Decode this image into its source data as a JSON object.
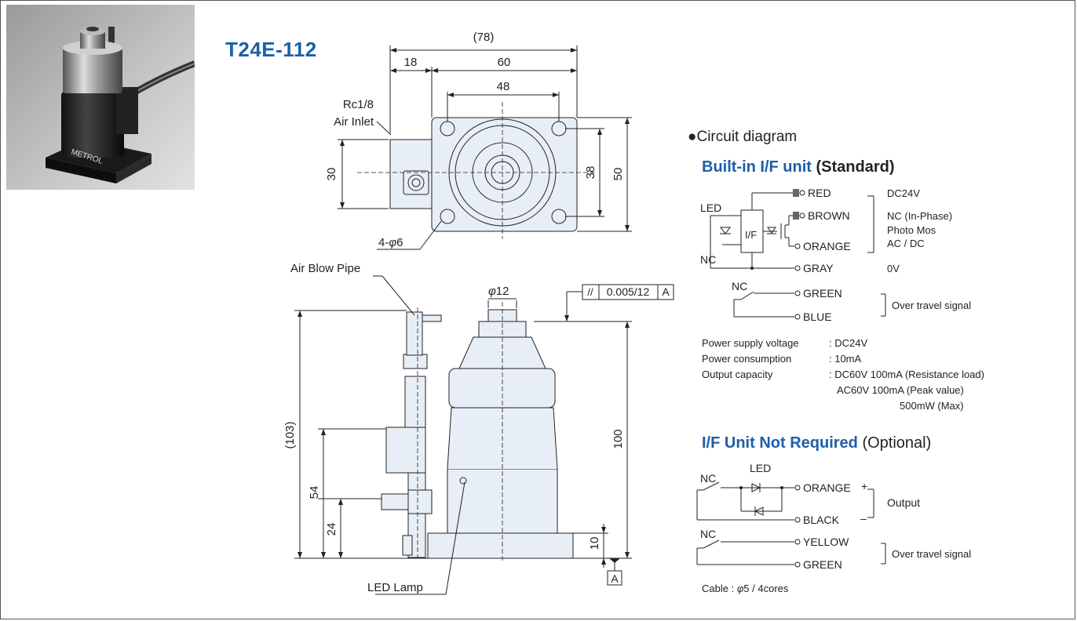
{
  "title": "T24E-112",
  "photo": {
    "brand_text": "METROL"
  },
  "top_view": {
    "dims": {
      "overall": "(78)",
      "left": "18",
      "body": "60",
      "bolt_pitch": "48",
      "height": "30",
      "bolt_pitch_v": "38",
      "body_v": "50"
    },
    "labels": {
      "port": "Rc1/8",
      "port2": "Air Inlet",
      "holes": "4-",
      "holes_phi": "φ",
      "holes_val": "6"
    }
  },
  "side_view": {
    "labels": {
      "pipe": "Air Blow Pipe",
      "lamp": "LED Lamp",
      "datum": "A"
    },
    "dims": {
      "stem_phi": "φ",
      "stem_val": "12",
      "overall_h": "(103)",
      "total_h": "100",
      "h54": "54",
      "h24": "24",
      "h10": "10"
    },
    "tolerance": {
      "symbol": "//",
      "value": "0.005/12",
      "datum": "A"
    }
  },
  "circuit": {
    "heading": "●Circuit diagram",
    "builtin": {
      "title": "Built-in I/F unit",
      "title_b": " (Standard)"
    },
    "builtin_labels": {
      "led": "LED",
      "nc": "NC",
      "iff": "I/F",
      "nc2": "NC"
    },
    "wires": [
      {
        "name": "RED",
        "note": "DC24V"
      },
      {
        "name": "BROWN",
        "note": "NC (In-Phase)"
      },
      {
        "name": "ORANGE",
        "note": ""
      },
      {
        "name": "GRAY",
        "note": "0V"
      }
    ],
    "photomos": [
      "Photo Mos",
      "AC / DC"
    ],
    "overtravel1": {
      "a": "GREEN",
      "b": "BLUE",
      "note": "Over travel signal"
    },
    "specs": [
      {
        "label": "Power supply voltage",
        "value": ": DC24V"
      },
      {
        "label": "Power consumption",
        "value": ": 10mA"
      },
      {
        "label": "Output capacity",
        "value": ": DC60V 100mA (Resistance load)"
      }
    ],
    "specs_extra": [
      "AC60V 100mA (Peak value)",
      "500mW (Max)"
    ],
    "optional": {
      "title": "I/F Unit Not Required",
      "title_b": " (Optional)"
    },
    "opt": {
      "nc": "NC",
      "led": "LED",
      "orange": "ORANGE",
      "plus": "+",
      "black": "BLACK",
      "minus": "–",
      "output": "Output",
      "nc2": "NC",
      "yellow": "YELLOW",
      "green": "GREEN",
      "ot": "Over travel signal"
    },
    "cable": {
      "label": "Cable : ",
      "phi": "φ",
      "value": "5 / 4cores"
    }
  }
}
